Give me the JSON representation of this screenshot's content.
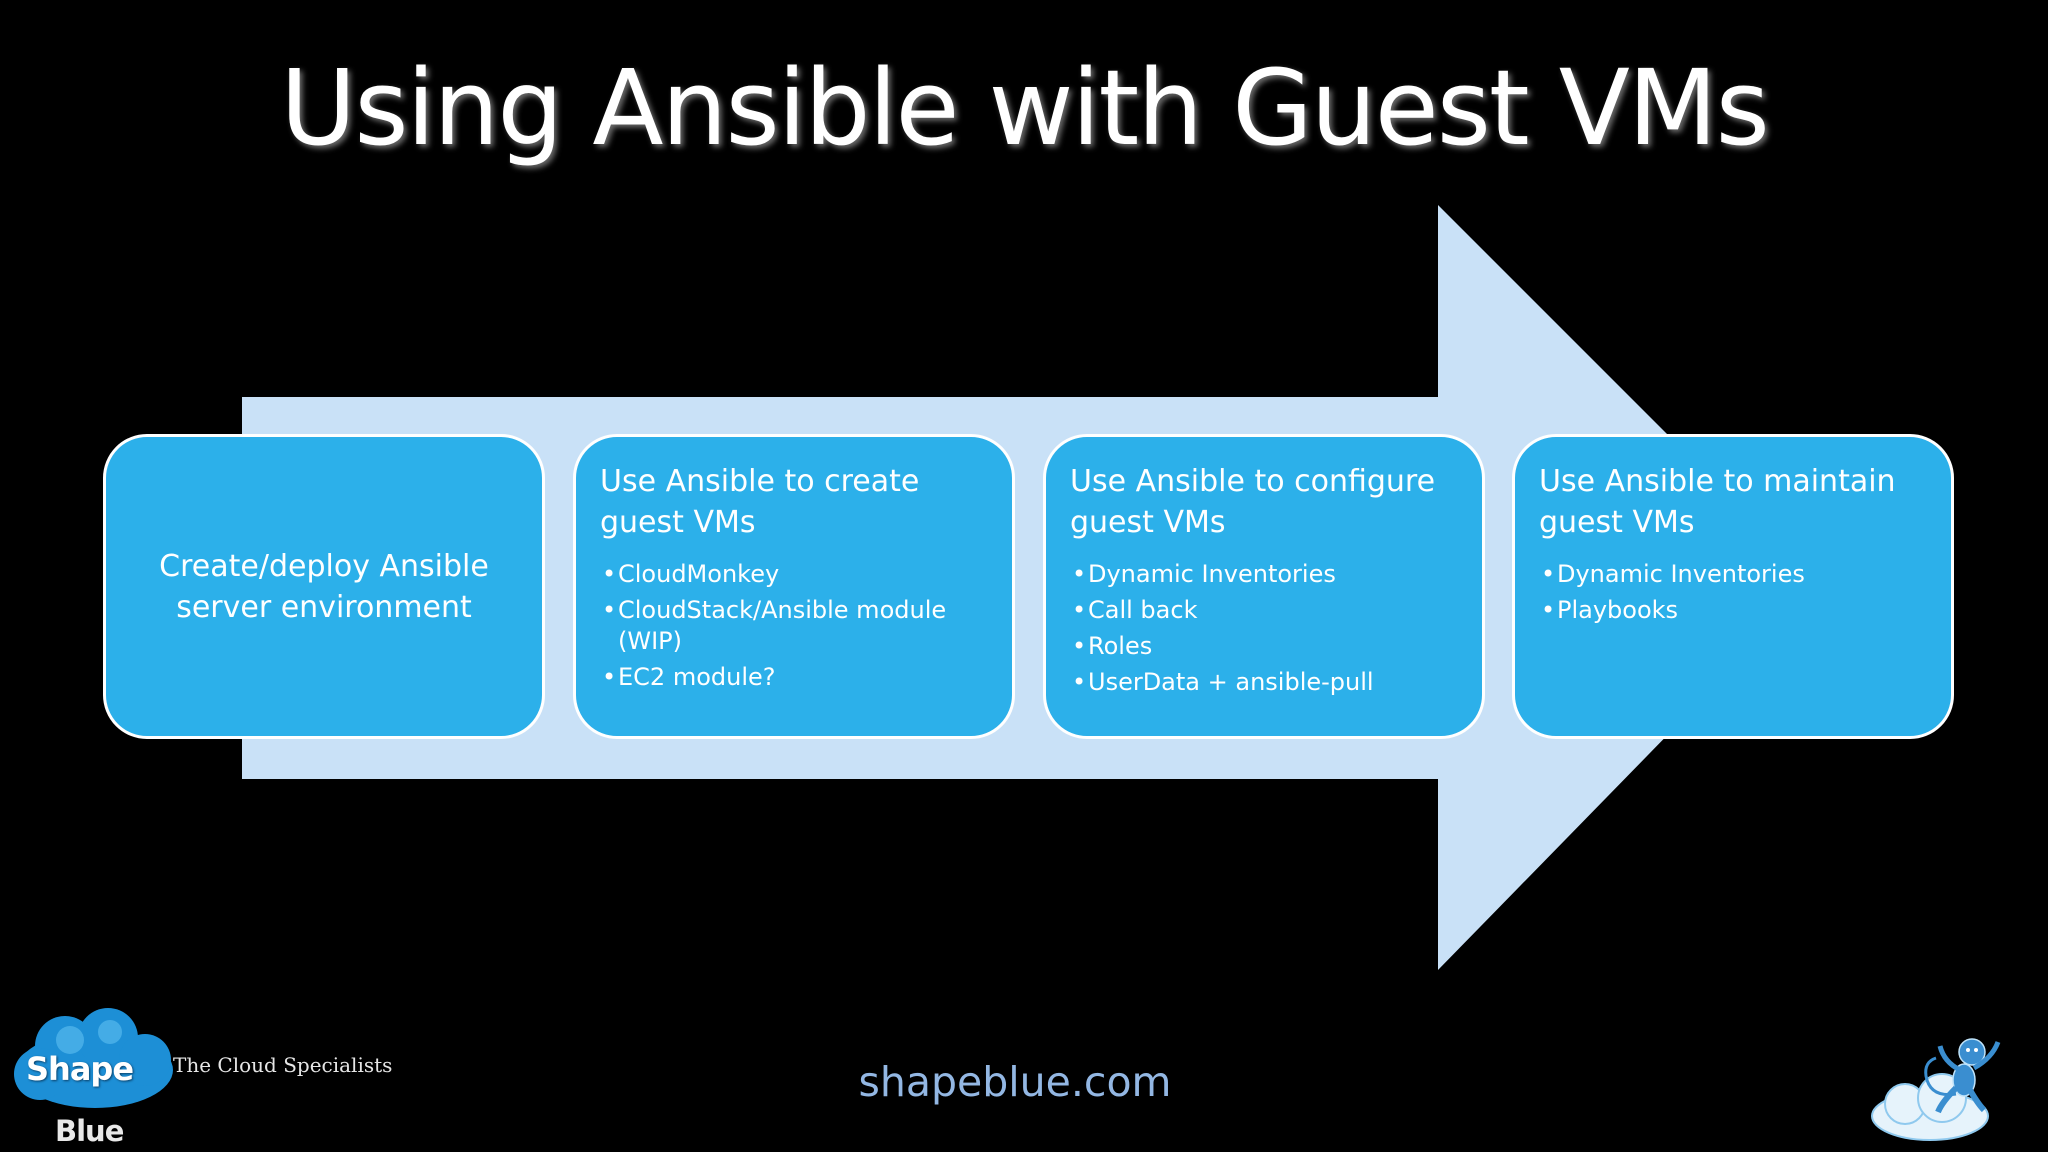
{
  "slide": {
    "title": "Using Ansible with Guest VMs",
    "footer_url": "shapeblue.com"
  },
  "logo": {
    "word_top": "Shape",
    "word_bottom": "Blue",
    "tagline": "The Cloud Specialists",
    "icon": "shapeblue-cloud-logo",
    "mascot_icon": "monkey-on-cloud-icon"
  },
  "diagram": {
    "arrow_color": "#c9e1f7",
    "box_color": "#2cb0ea",
    "steps": [
      {
        "text": "Create/deploy Ansible server environment",
        "bullets": []
      },
      {
        "heading": "Use Ansible to create guest VMs",
        "bullets": [
          "CloudMonkey",
          "CloudStack/Ansible module (WIP)",
          "EC2 module?"
        ]
      },
      {
        "heading": "Use Ansible to configure guest VMs",
        "bullets": [
          "Dynamic Inventories",
          "Call back",
          "Roles",
          "UserData + ansible-pull"
        ]
      },
      {
        "heading": "Use Ansible to maintain guest VMs",
        "bullets": [
          "Dynamic Inventories",
          "Playbooks"
        ]
      }
    ]
  }
}
